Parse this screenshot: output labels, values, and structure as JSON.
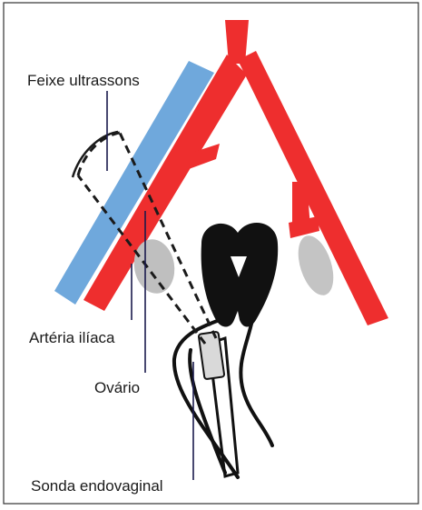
{
  "diagram": {
    "labels": {
      "beam": "Feixe ultrassons",
      "artery": "Artéria ilíaca",
      "ovary": "Ovário",
      "probe": "Sonda endovaginal"
    },
    "colors": {
      "artery": "#ee2e2e",
      "beam_band": "#6fa8dc",
      "ovary": "#bfbfbf",
      "uterus": "#111111",
      "leader_line": "#1a1a4d",
      "frame": "#333333"
    }
  }
}
